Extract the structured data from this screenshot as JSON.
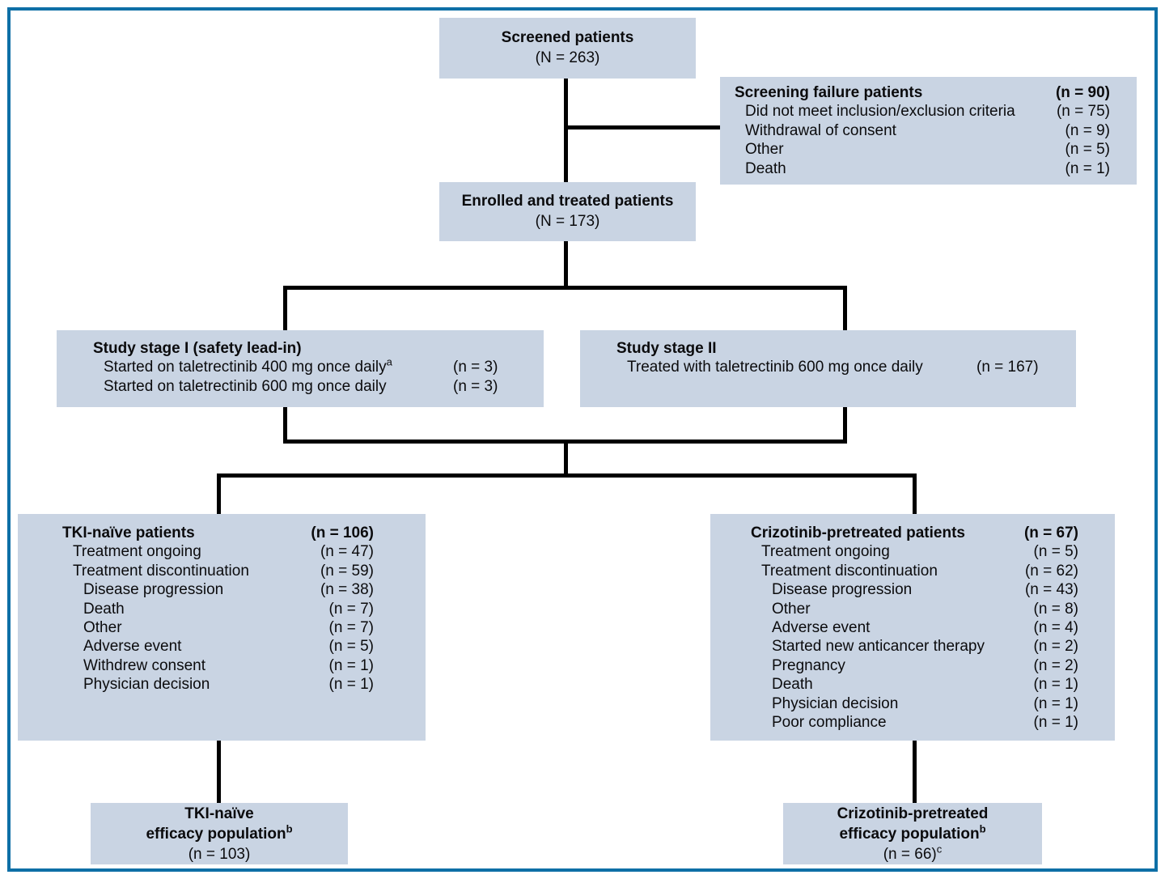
{
  "palette": {
    "box_fill": "#c9d4e3",
    "frame_blue": "#0e6fa6",
    "connector_black": "#000000"
  },
  "boxes": {
    "screened": {
      "title": "Screened patients",
      "count": "(N = 263)"
    },
    "screening_failure": {
      "title": "Screening failure patients",
      "count": "(n = 90)",
      "rows": [
        {
          "label": "Did not meet inclusion/exclusion criteria",
          "count": "(n = 75)",
          "indent": 1
        },
        {
          "label": "Withdrawal of consent",
          "count": "(n = 9)",
          "indent": 1
        },
        {
          "label": "Other",
          "count": "(n = 5)",
          "indent": 1
        },
        {
          "label": "Death",
          "count": "(n = 1)",
          "indent": 1
        }
      ]
    },
    "enrolled": {
      "title": "Enrolled and treated patients",
      "count": "(N = 173)"
    },
    "stage1": {
      "title": "Study stage I (safety lead-in)",
      "rows": [
        {
          "label": "Started on taletrectinib 400 mg once daily",
          "sup": "a",
          "count": "(n = 3)",
          "indent": 1
        },
        {
          "label": "Started on taletrectinib 600 mg once daily",
          "count": "(n = 3)",
          "indent": 1
        }
      ]
    },
    "stage2": {
      "title": "Study stage II",
      "rows": [
        {
          "label": "Treated with taletrectinib 600 mg once daily",
          "count": "(n = 167)",
          "indent": 1
        }
      ]
    },
    "tki_naive": {
      "title": "TKI-naïve patients",
      "count": "(n = 106)",
      "rows": [
        {
          "label": "Treatment ongoing",
          "count": "(n = 47)",
          "indent": 1
        },
        {
          "label": "Treatment discontinuation",
          "count": "(n = 59)",
          "indent": 1
        },
        {
          "label": "Disease progression",
          "count": "(n = 38)",
          "indent": 2
        },
        {
          "label": "Death",
          "count": "(n = 7)",
          "indent": 2
        },
        {
          "label": "Other",
          "count": "(n = 7)",
          "indent": 2
        },
        {
          "label": "Adverse event",
          "count": "(n = 5)",
          "indent": 2
        },
        {
          "label": "Withdrew consent",
          "count": "(n = 1)",
          "indent": 2
        },
        {
          "label": "Physician decision",
          "count": "(n = 1)",
          "indent": 2
        }
      ]
    },
    "crizotinib": {
      "title": "Crizotinib-pretreated patients",
      "count": "(n = 67)",
      "rows": [
        {
          "label": "Treatment ongoing",
          "count": "(n = 5)",
          "indent": 1
        },
        {
          "label": "Treatment discontinuation",
          "count": "(n = 62)",
          "indent": 1
        },
        {
          "label": "Disease progression",
          "count": "(n = 43)",
          "indent": 2
        },
        {
          "label": "Other",
          "count": "(n = 8)",
          "indent": 2
        },
        {
          "label": "Adverse event",
          "count": "(n = 4)",
          "indent": 2
        },
        {
          "label": "Started new anticancer therapy",
          "count": "(n = 2)",
          "indent": 2
        },
        {
          "label": "Pregnancy",
          "count": "(n = 2)",
          "indent": 2
        },
        {
          "label": "Death",
          "count": "(n = 1)",
          "indent": 2
        },
        {
          "label": "Physician decision",
          "count": "(n = 1)",
          "indent": 2
        },
        {
          "label": "Poor compliance",
          "count": "(n = 1)",
          "indent": 2
        }
      ]
    },
    "tki_efficacy": {
      "line1": "TKI-naïve",
      "line2": "efficacy population",
      "line2_sup": "b",
      "count": "(n = 103)"
    },
    "crizotinib_efficacy": {
      "line1": "Crizotinib-pretreated",
      "line2": "efficacy population",
      "line2_sup": "b",
      "count": "(n = 66)",
      "count_sup": "c"
    }
  }
}
